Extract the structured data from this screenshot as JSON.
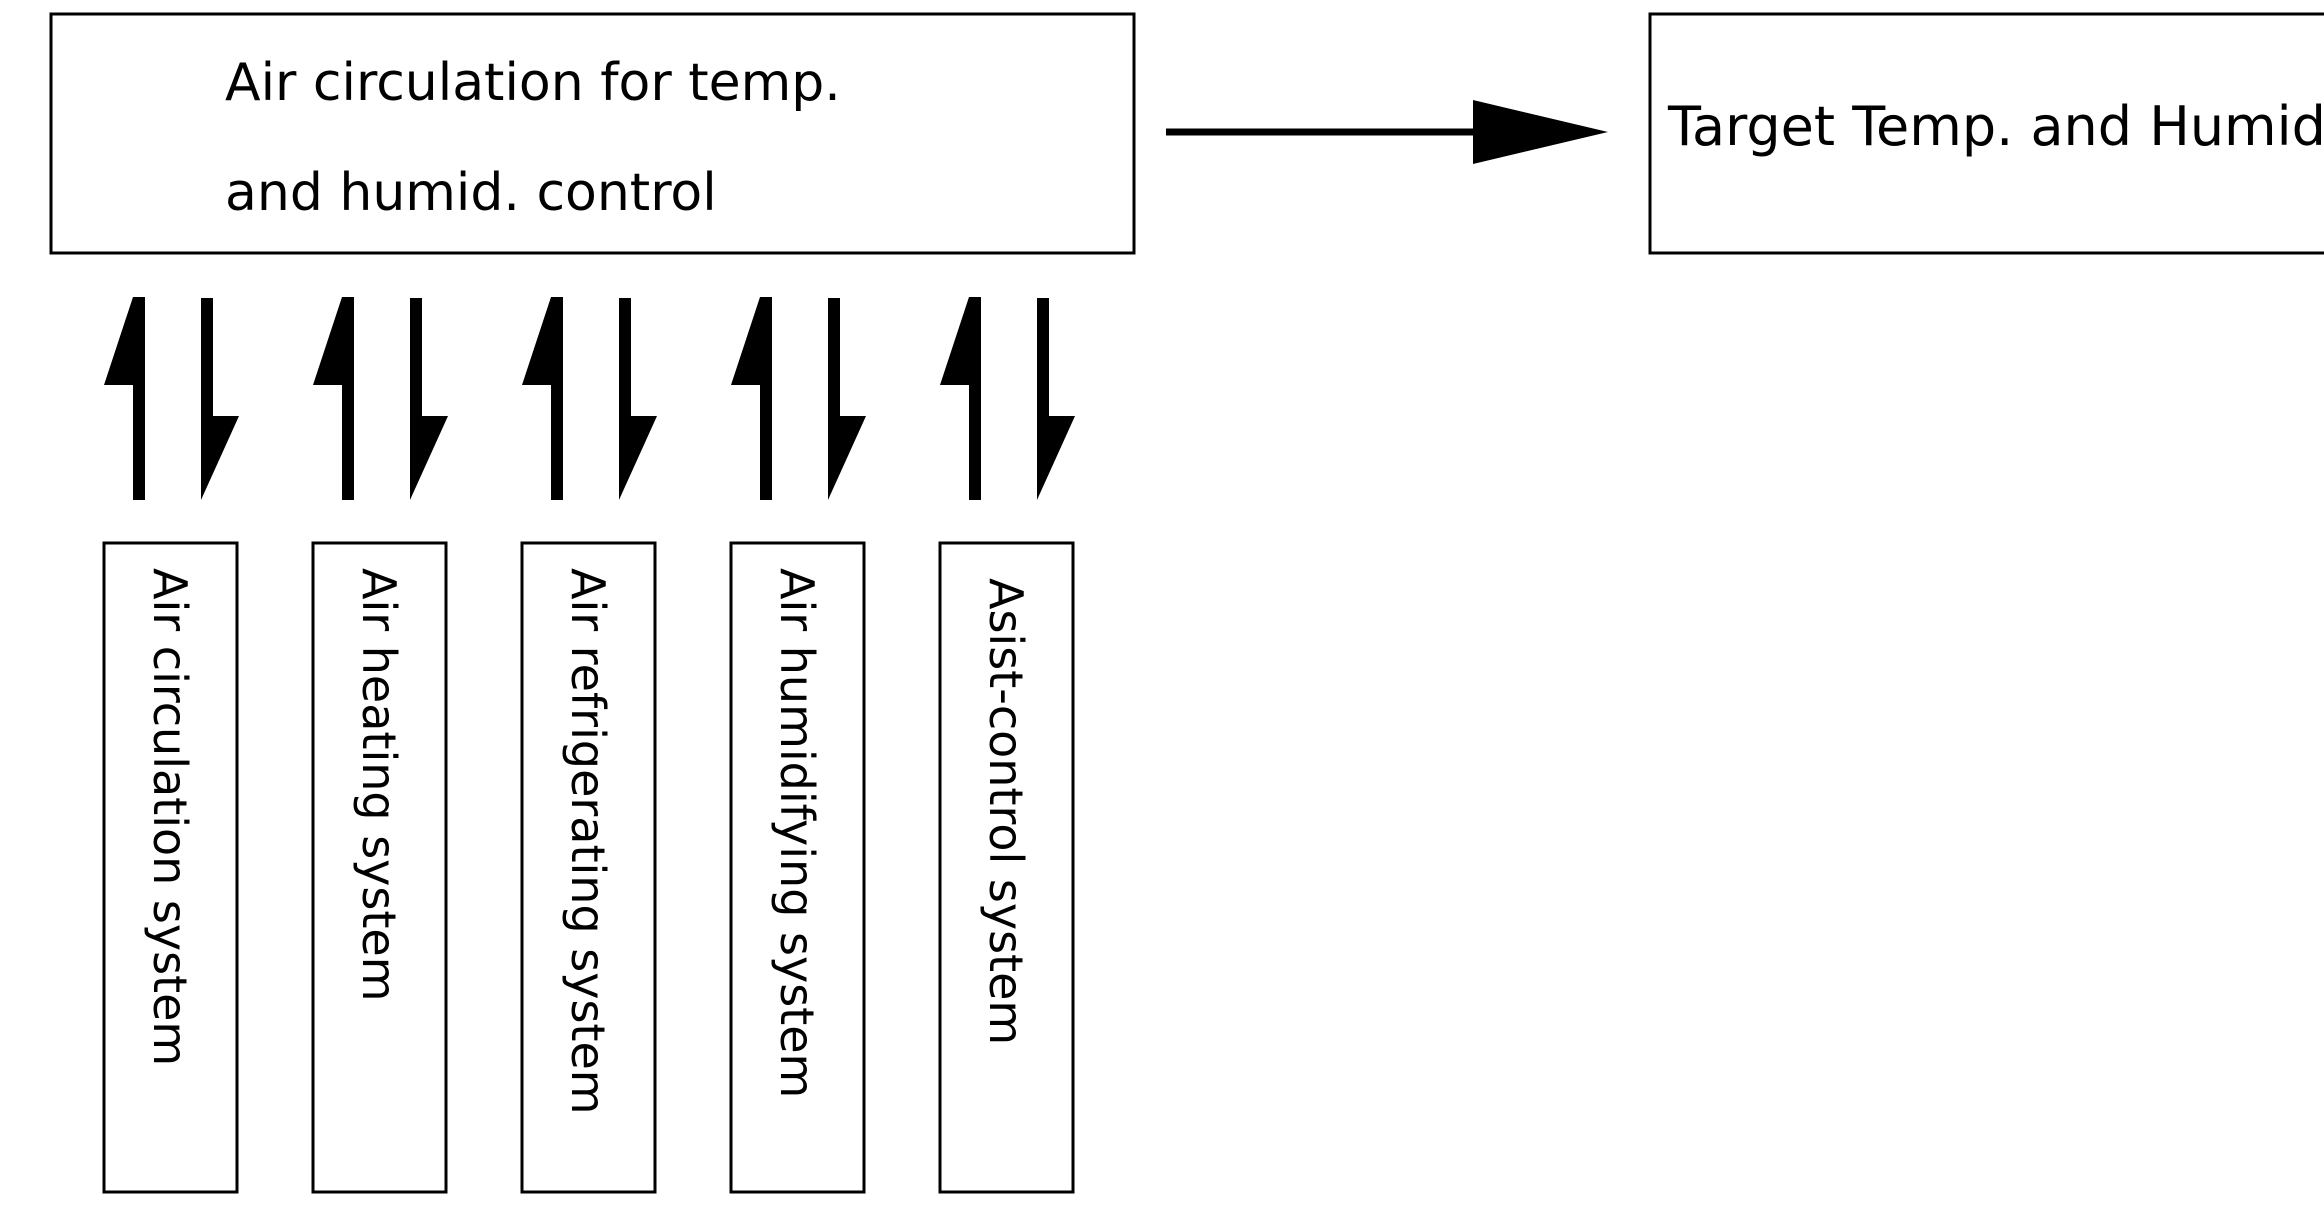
{
  "diagram": {
    "main_box": {
      "line1": "Air circulation for temp.",
      "line2": "and humid. control"
    },
    "target_box": {
      "label": "Target Temp. and Humid."
    },
    "systems": [
      {
        "label": "Air circulation system"
      },
      {
        "label": "Air heating system"
      },
      {
        "label": "Air refrigerating system"
      },
      {
        "label": "Air humidifying system"
      },
      {
        "label": "Asist-control system"
      }
    ]
  },
  "colors": {
    "stroke": "#000000",
    "background": "#ffffff"
  }
}
